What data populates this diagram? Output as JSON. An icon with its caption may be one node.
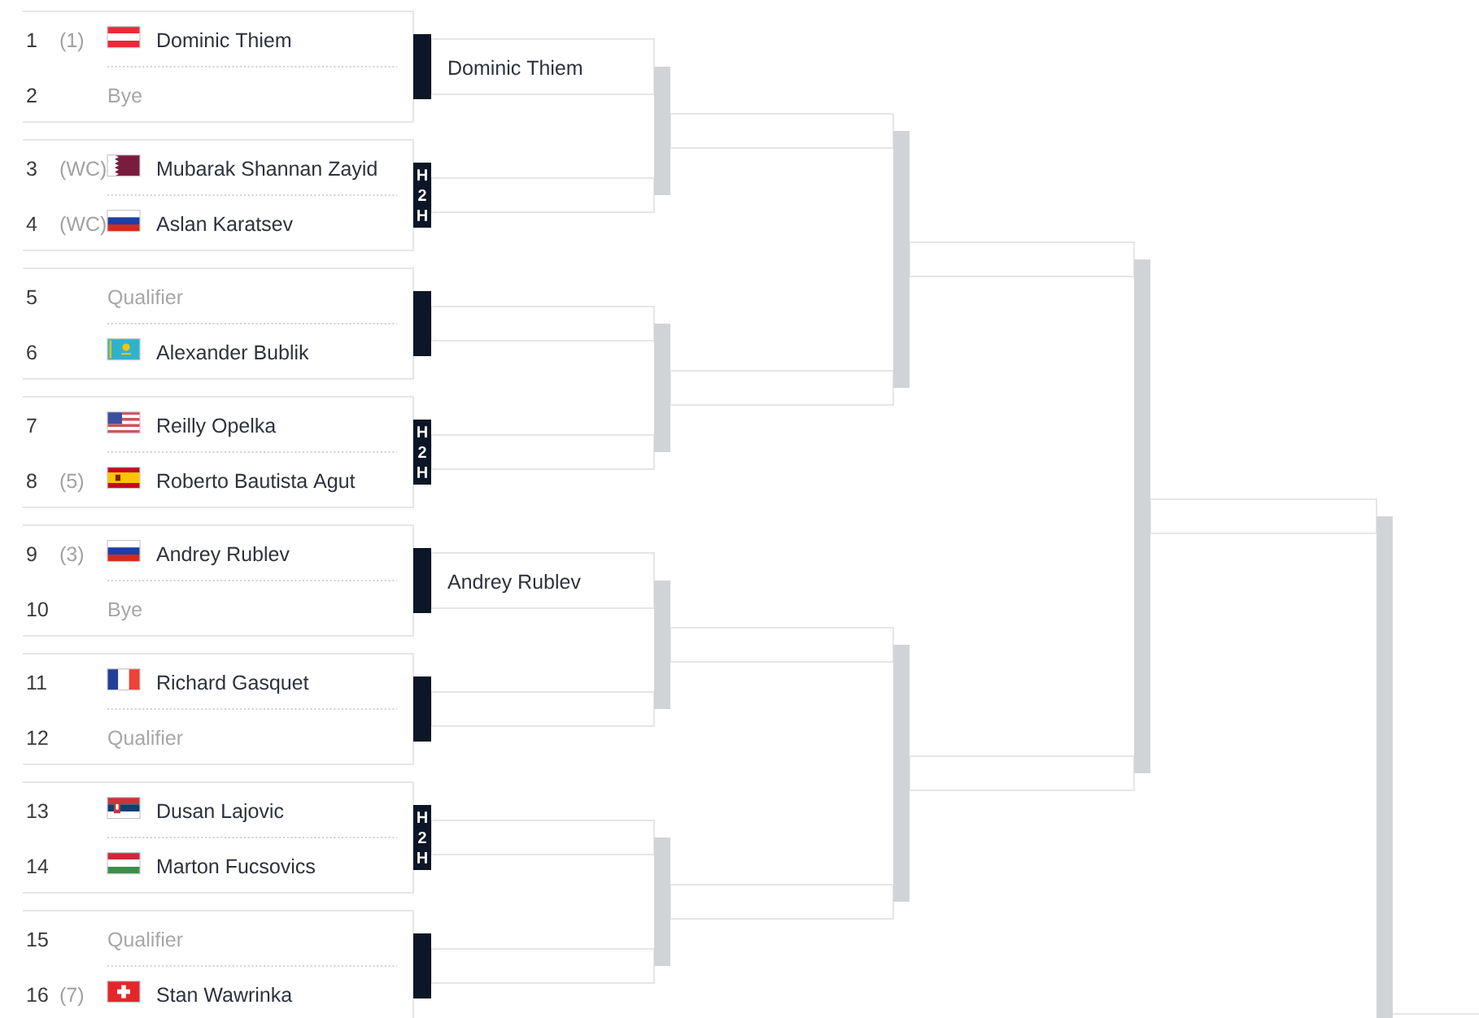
{
  "diagram": {
    "nodes": [
      {
        "text": [],
        "shape": "box"
      },
      {
        "text": [
          "1",
          "(1)",
          "Dominic Thiem"
        ],
        "in": 0
      },
      {
        "text": [
          "2",
          "Bye"
        ],
        "in": 0
      },
      {
        "text": [],
        "shape": "box"
      },
      {
        "text": [
          "3",
          "(WC)",
          "Mubarak Shannan Zayid"
        ],
        "in": 3
      },
      {
        "text": [
          "4",
          "(WC)",
          "Aslan Karatsev"
        ],
        "in": 3
      },
      {
        "text": [],
        "shape": "box"
      },
      {
        "text": [
          "5",
          "Qualifier"
        ],
        "in": 6
      },
      {
        "text": [
          "6",
          "Alexander Bublik"
        ],
        "in": 6
      },
      {
        "text": [],
        "shape": "box"
      },
      {
        "text": [
          "7",
          "Reilly Opelka"
        ],
        "in": 9
      },
      {
        "text": [
          "8",
          "(5)",
          "Roberto Bautista Agut"
        ],
        "in": 9
      },
      {
        "text": [],
        "shape": "box"
      },
      {
        "text": [
          "9",
          "(3)",
          "Andrey Rublev"
        ],
        "in": 12
      },
      {
        "text": [
          "10",
          "Bye"
        ],
        "in": 12
      },
      {
        "text": [],
        "shape": "box"
      },
      {
        "text": [
          "11",
          "Richard Gasquet"
        ],
        "in": 15
      },
      {
        "text": [
          "12",
          "Qualifier"
        ],
        "in": 15
      },
      {
        "text": [],
        "shape": "box"
      },
      {
        "text": [
          "13",
          "Dusan Lajovic"
        ],
        "in": 18
      },
      {
        "text": [
          "14",
          "Marton Fucsovics"
        ],
        "in": 18
      },
      {
        "text": [],
        "shape": "box"
      },
      {
        "text": [
          "15",
          "Qualifier"
        ],
        "in": 21
      },
      {
        "text": [
          "16",
          "(7)",
          "Stan Wawrinka"
        ],
        "in": 21
      },
      {
        "text": [
          "Dominic Thiem"
        ]
      },
      {
        "text": [],
        "shape": "box"
      },
      {
        "text": [],
        "shape": "box"
      },
      {
        "text": [],
        "shape": "box"
      },
      {
        "text": [
          "Andrey Rublev"
        ]
      },
      {
        "text": [],
        "shape": "box"
      },
      {
        "text": [],
        "shape": "box"
      },
      {
        "text": [],
        "shape": "box"
      },
      {
        "text": [],
        "shape": "box"
      },
      {
        "text": [],
        "shape": "box"
      },
      {
        "text": [],
        "shape": "box"
      },
      {
        "text": [],
        "shape": "box"
      },
      {
        "text": [],
        "shape": "box"
      },
      {
        "text": [],
        "shape": "box"
      },
      {
        "text": [],
        "shape": "box"
      }
    ],
    "edges": [
      {
        "from": 0,
        "to": 24,
        "arrow": "none",
        "style": "thick",
        "color": "#0b1626"
      },
      {
        "from": 3,
        "to": 25,
        "arrow": "none",
        "label": "H2H",
        "style": "thick",
        "color": "#0b1626"
      },
      {
        "from": 6,
        "to": 26,
        "arrow": "none",
        "style": "thick",
        "color": "#0b1626"
      },
      {
        "from": 9,
        "to": 27,
        "arrow": "none",
        "label": "H2H",
        "style": "thick",
        "color": "#0b1626"
      },
      {
        "from": 12,
        "to": 28,
        "arrow": "none",
        "style": "thick",
        "color": "#0b1626"
      },
      {
        "from": 15,
        "to": 29,
        "arrow": "none",
        "style": "thick",
        "color": "#0b1626"
      },
      {
        "from": 18,
        "to": 30,
        "arrow": "none",
        "label": "H2H",
        "style": "thick",
        "color": "#0b1626"
      },
      {
        "from": 21,
        "to": 31,
        "arrow": "none",
        "style": "thick",
        "color": "#0b1626"
      },
      {
        "from": 24,
        "to": 32,
        "arrow": "none"
      },
      {
        "from": 25,
        "to": 32,
        "arrow": "none"
      },
      {
        "from": 26,
        "to": 33,
        "arrow": "none"
      },
      {
        "from": 27,
        "to": 33,
        "arrow": "none"
      },
      {
        "from": 28,
        "to": 34,
        "arrow": "none"
      },
      {
        "from": 29,
        "to": 34,
        "arrow": "none"
      },
      {
        "from": 30,
        "to": 35,
        "arrow": "none"
      },
      {
        "from": 31,
        "to": 35,
        "arrow": "none"
      },
      {
        "from": 32,
        "to": 36,
        "arrow": "none"
      },
      {
        "from": 33,
        "to": 36,
        "arrow": "none"
      },
      {
        "from": 34,
        "to": 37,
        "arrow": "none"
      },
      {
        "from": 35,
        "to": 37,
        "arrow": "none"
      },
      {
        "from": 36,
        "to": 38,
        "arrow": "none"
      },
      {
        "from": 37,
        "to": 38,
        "arrow": "none"
      },
      {
        "from": 38,
        "to": null,
        "arrow": "none"
      }
    ]
  }
}
